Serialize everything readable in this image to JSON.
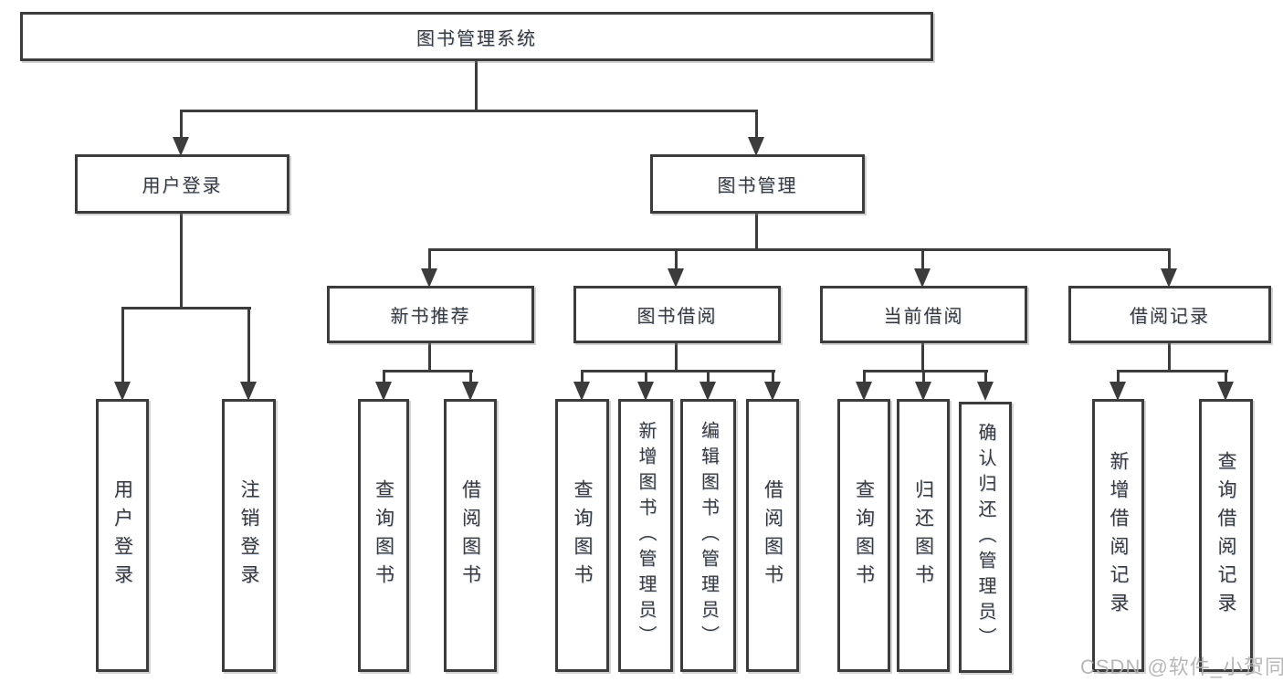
{
  "diagram": {
    "root": {
      "label": "图书管理系统",
      "children": [
        {
          "label": "用户登录",
          "children": [
            {
              "label": "用户登录"
            },
            {
              "label": "注销登录"
            }
          ]
        },
        {
          "label": "图书管理",
          "children": [
            {
              "label": "新书推荐",
              "children": [
                {
                  "label": "查询图书"
                },
                {
                  "label": "借阅图书"
                }
              ]
            },
            {
              "label": "图书借阅",
              "children": [
                {
                  "label": "查询图书"
                },
                {
                  "label": "新增图书（管理员）"
                },
                {
                  "label": "编辑图书（管理员）"
                },
                {
                  "label": "借阅图书"
                }
              ]
            },
            {
              "label": "当前借阅",
              "children": [
                {
                  "label": "查询图书"
                },
                {
                  "label": "归还图书"
                },
                {
                  "label": "确认归还（管理员）"
                }
              ]
            },
            {
              "label": "借阅记录",
              "children": [
                {
                  "label": "新增借阅记录"
                },
                {
                  "label": "查询借阅记录"
                }
              ]
            }
          ]
        }
      ]
    }
  },
  "watermark": "CSDN @软件_小贺同学",
  "colors": {
    "line": "#3c3c3c",
    "text": "#3a3a3a",
    "background": "#ffffff",
    "watermark": "#b0b0b0"
  }
}
